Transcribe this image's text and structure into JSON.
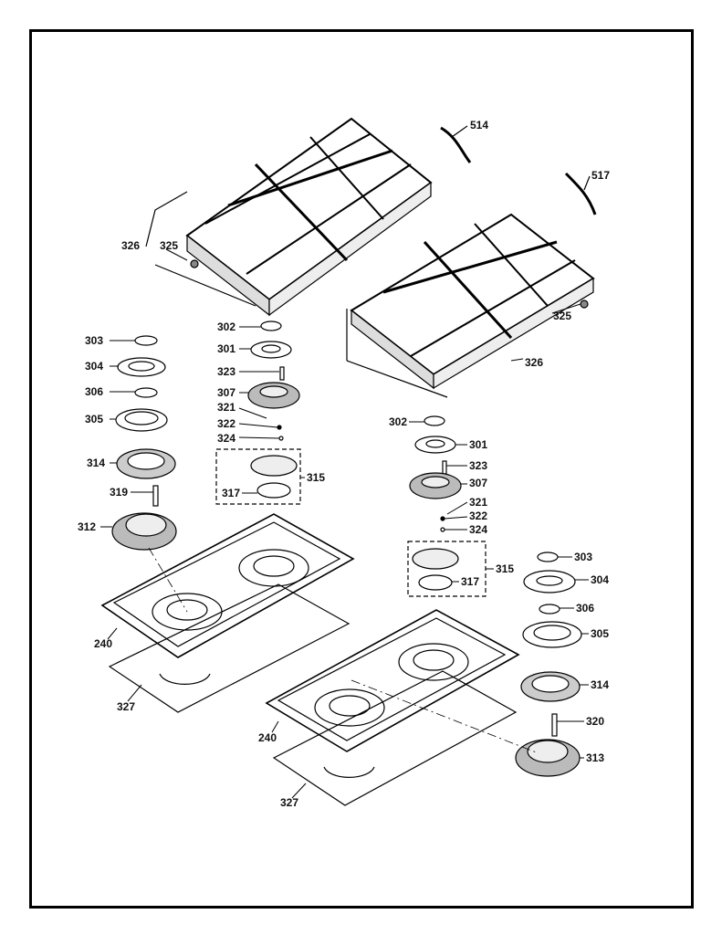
{
  "diagram": {
    "part_labels": [
      "514",
      "517",
      "326",
      "325",
      "325",
      "326",
      "303",
      "304",
      "306",
      "305",
      "314",
      "319",
      "312",
      "302",
      "301",
      "323",
      "307",
      "321",
      "322",
      "324",
      "315",
      "317",
      "240",
      "327",
      "302",
      "301",
      "323",
      "307",
      "321",
      "322",
      "324",
      "315",
      "317",
      "303",
      "304",
      "306",
      "305",
      "314",
      "320",
      "313",
      "240",
      "327"
    ]
  },
  "colors": {
    "line": "#000000",
    "background": "#ffffff"
  }
}
